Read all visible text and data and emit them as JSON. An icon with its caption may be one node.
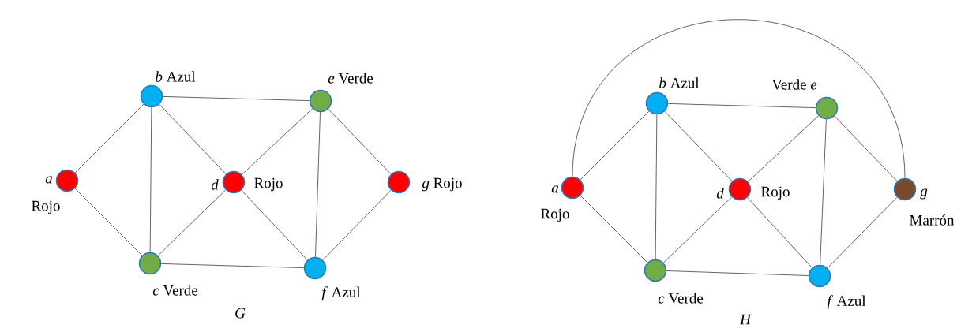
{
  "diagram": {
    "nodes": [
      {
        "text": [],
        "shape": "circle",
        "beside": [
          "*b* Azul"
        ]
      },
      {
        "text": [],
        "shape": "circle",
        "beside": [
          "*e* Verde"
        ]
      },
      {
        "text": [],
        "shape": "circle",
        "beside": [
          "*a*",
          "Rojo"
        ]
      },
      {
        "text": [],
        "shape": "circle",
        "beside": [
          "*d*",
          "Rojo"
        ]
      },
      {
        "text": [],
        "shape": "circle",
        "beside": [
          "*g* Rojo"
        ]
      },
      {
        "text": [],
        "shape": "circle",
        "beside": [
          "*c* Verde"
        ]
      },
      {
        "text": [],
        "shape": "circle",
        "beside": [
          "*f* Azul"
        ]
      },
      {
        "text": [],
        "shape": "circle",
        "beside": [
          "*b* Azul"
        ]
      },
      {
        "text": [],
        "shape": "circle",
        "beside": [
          "Verde *e*"
        ]
      },
      {
        "text": [],
        "shape": "circle",
        "beside": [
          "*a*",
          "Rojo"
        ]
      },
      {
        "text": [],
        "shape": "circle",
        "beside": [
          "*d*",
          "Rojo"
        ]
      },
      {
        "text": [],
        "shape": "circle",
        "beside": [
          "*g*",
          "Marrón"
        ]
      },
      {
        "text": [],
        "shape": "circle",
        "beside": [
          "*c* Verde"
        ]
      },
      {
        "text": [],
        "shape": "circle",
        "beside": [
          "*f* Azul"
        ]
      }
    ],
    "edges": [
      {
        "from": 2,
        "to": 0,
        "arrow": "none"
      },
      {
        "from": 2,
        "to": 5,
        "arrow": "none"
      },
      {
        "from": 0,
        "to": 5,
        "arrow": "none"
      },
      {
        "from": 0,
        "to": 1,
        "arrow": "none"
      },
      {
        "from": 0,
        "to": 3,
        "arrow": "none"
      },
      {
        "from": 1,
        "to": 3,
        "arrow": "none"
      },
      {
        "from": 1,
        "to": 6,
        "arrow": "none"
      },
      {
        "from": 1,
        "to": 4,
        "arrow": "none"
      },
      {
        "from": 3,
        "to": 5,
        "arrow": "none"
      },
      {
        "from": 3,
        "to": 6,
        "arrow": "none"
      },
      {
        "from": 5,
        "to": 6,
        "arrow": "none"
      },
      {
        "from": 4,
        "to": 6,
        "arrow": "none"
      },
      {
        "from": 9,
        "to": 7,
        "arrow": "none"
      },
      {
        "from": 9,
        "to": 12,
        "arrow": "none"
      },
      {
        "from": 7,
        "to": 12,
        "arrow": "none"
      },
      {
        "from": 7,
        "to": 8,
        "arrow": "none"
      },
      {
        "from": 7,
        "to": 10,
        "arrow": "none"
      },
      {
        "from": 8,
        "to": 10,
        "arrow": "none"
      },
      {
        "from": 8,
        "to": 13,
        "arrow": "none"
      },
      {
        "from": 8,
        "to": 11,
        "arrow": "none"
      },
      {
        "from": 10,
        "to": 12,
        "arrow": "none"
      },
      {
        "from": 10,
        "to": 13,
        "arrow": "none"
      },
      {
        "from": 12,
        "to": 13,
        "arrow": "none"
      },
      {
        "from": 11,
        "to": 13,
        "arrow": "none"
      },
      {
        "from": 9,
        "to": 11,
        "arrow": "none"
      }
    ],
    "labels": [
      "G",
      "H"
    ]
  }
}
